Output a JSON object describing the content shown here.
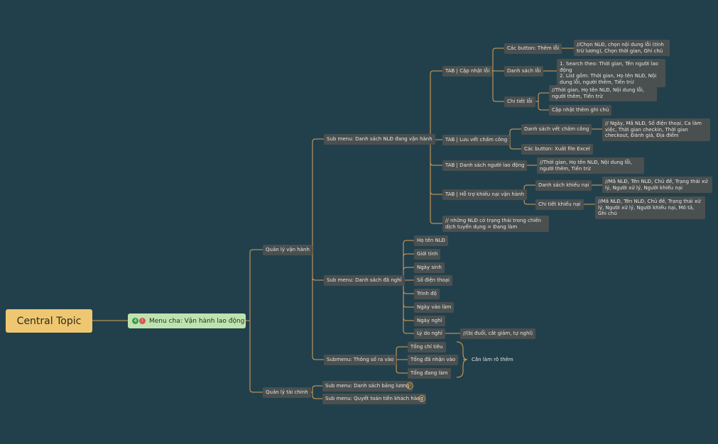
{
  "central_topic": "Central Topic",
  "main_topic": {
    "badge_count": "4",
    "badge_alert": "!",
    "label": "Menu cha: Vận hành lao động"
  },
  "operations": {
    "label": "Quản lý vận hành",
    "submenu_active": "Sub menu: Danh sách NLĐ đang vận hành",
    "tab_update_errors": "TAB | Cập nhật lỗi",
    "btn_add_error": "Các button: Thêm lỗi",
    "btn_add_error_note": "//Chọn NLĐ, chọn nội dung lỗi (tính trừ lương), Chọn thời gian, Ghi chú",
    "error_list": "Danh sách lỗi",
    "error_list_note": "1. Search theo: Thời gian, Tên người lao động\n2. List gồm: Thời gian, Họ tên NLĐ, Nội dung lỗi, người thêm, Tiền trừ",
    "error_detail": "Chi tiết lỗi",
    "error_detail_note": "//Thời gian, Họ tên NLĐ, Nội dung lỗi, người thêm, Tiền trừ",
    "error_detail_update": "Cập nhật thêm ghi chú",
    "tab_timekeeping": "TAB | Lưu vết chấm công",
    "timekeeping_list": "Danh sách vết chấm công",
    "timekeeping_list_note": "// Ngày, Mã NLĐ, Số điện thoại, Ca làm việc, Thời gian checkin, Thời gian checkout, Đánh giá, Địa điểm",
    "btn_export": "Các button: Xuất file Excel",
    "tab_workers": "TAB | Danh sách người lao động",
    "tab_workers_note": "//Thời gian, Họ tên NLĐ, Nội dung lỗi, người thêm, Tiền trừ",
    "tab_complaints": "TAB | Hỗ trợ khiếu nại vận hành",
    "complaint_list": "Danh sách khiếu nại",
    "complaint_list_note": "//Mã NLĐ, Tên NLĐ, Chủ đề, Trạng thái xử lý, Người xử lý, Người khiếu nại",
    "complaint_detail": "Chi tiết khiếu nại",
    "complaint_detail_note": "//Mã NLĐ, Tên NLĐ, Chủ đề, Trạng thái xử lý, Người xử lý, Người khiếu nại, Mô tả, Ghi chú",
    "active_note": "// những NLĐ có trạng thái trong chiến dịch tuyển dụng = Đang làm",
    "submenu_quit": "Sub menu: Danh sách đã nghỉ",
    "quit_fields": [
      "Họ tên NLĐ",
      "Giới tính",
      "Ngày sinh",
      "Số điện thoại",
      "Trình độ",
      "Ngày vào làm",
      "Ngày nghỉ",
      "Lý do nghỉ"
    ],
    "quit_reason_note": "//(bị đuổi, cắt giảm, tự nghỉ)",
    "submenu_inout": "Submenu: Thông số ra vào",
    "inout_fields": [
      "Tổng chỉ tiêu",
      "Tổng đã nhận vào",
      "Tổng đang làm"
    ],
    "inout_note": "Cần làm rõ thêm"
  },
  "finance": {
    "label": "Quản lý tài chính",
    "payroll": "Sub menu: Danh sách bảng lương",
    "payroll_marker": "13",
    "settlement": "Sub menu: Quyết toán tiền khách hàng",
    "settlement_marker": "07"
  },
  "colors": {
    "background": "#22404c",
    "line": "#d9a25a",
    "node": "#4a4f4f",
    "central": "#efc771",
    "main": "#bfe3b0"
  }
}
